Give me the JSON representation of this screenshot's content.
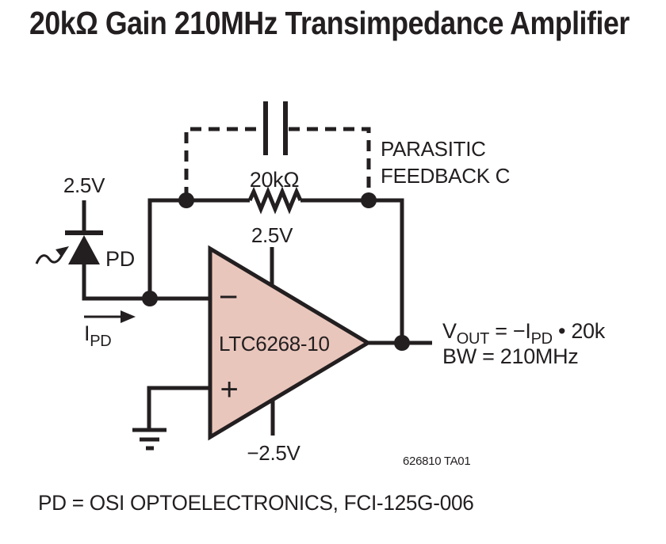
{
  "title": "20kΩ Gain 210MHz Transimpedance Amplifier",
  "footer_note": "PD = OSI OPTOELECTRONICS, FCI-125G-006",
  "fig_ref": "626810 TA01",
  "colors": {
    "ink": "#231f20",
    "amp_fill": "#e9c6bc",
    "background": "#ffffff"
  },
  "photodiode": {
    "supply": "2.5V",
    "label": "PD",
    "current_symbol": "I",
    "current_subscript": "PD"
  },
  "feedback": {
    "resistor_value": "20kΩ",
    "parasitic_line1": "PARASITIC",
    "parasitic_line2": "FEEDBACK C"
  },
  "amplifier": {
    "part_number": "LTC6268-10",
    "inverting_input": "−",
    "noninverting_input": "+",
    "positive_supply": "2.5V",
    "negative_supply": "−2.5V"
  },
  "output": {
    "v_symbol": "V",
    "v_subscript": "OUT",
    "equals_term": " = −I",
    "i_subscript": "PD",
    "gain_term": " • 20k",
    "bandwidth": "BW = 210MHz"
  }
}
